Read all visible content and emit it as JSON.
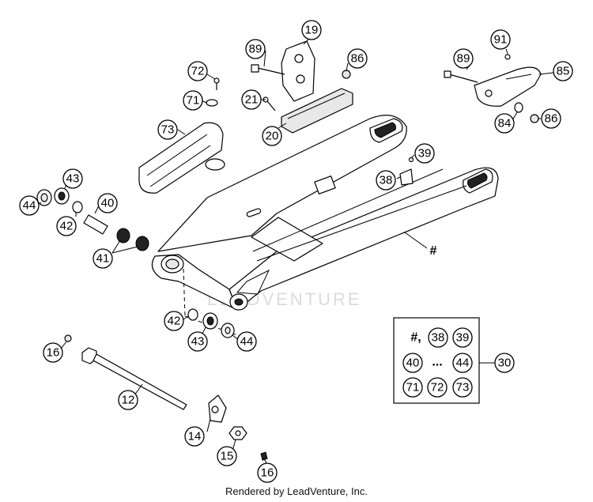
{
  "watermark": "LEADVENTURE",
  "credit": "Rendered by LeadVenture, Inc.",
  "swingarm_marker": "#",
  "callouts": {
    "c19": "19",
    "c89a": "89",
    "c86a": "86",
    "c72": "72",
    "c21": "21",
    "c71": "71",
    "c20": "20",
    "c73": "73",
    "c91": "91",
    "c89b": "89",
    "c85": "85",
    "c84": "84",
    "c86b": "86",
    "c39": "39",
    "c38": "38",
    "c43a": "43",
    "c44a": "44",
    "c40": "40",
    "c42a": "42",
    "c41": "41",
    "c42b": "42",
    "c43b": "43",
    "c44b": "44",
    "c16a": "16",
    "c12": "12",
    "c14": "14",
    "c15": "15",
    "c16b": "16",
    "c30": "30"
  },
  "kit_box": {
    "marker": "#,",
    "ellipsis": "...",
    "items": [
      "38",
      "39",
      "40",
      "44",
      "71",
      "72",
      "73"
    ]
  }
}
